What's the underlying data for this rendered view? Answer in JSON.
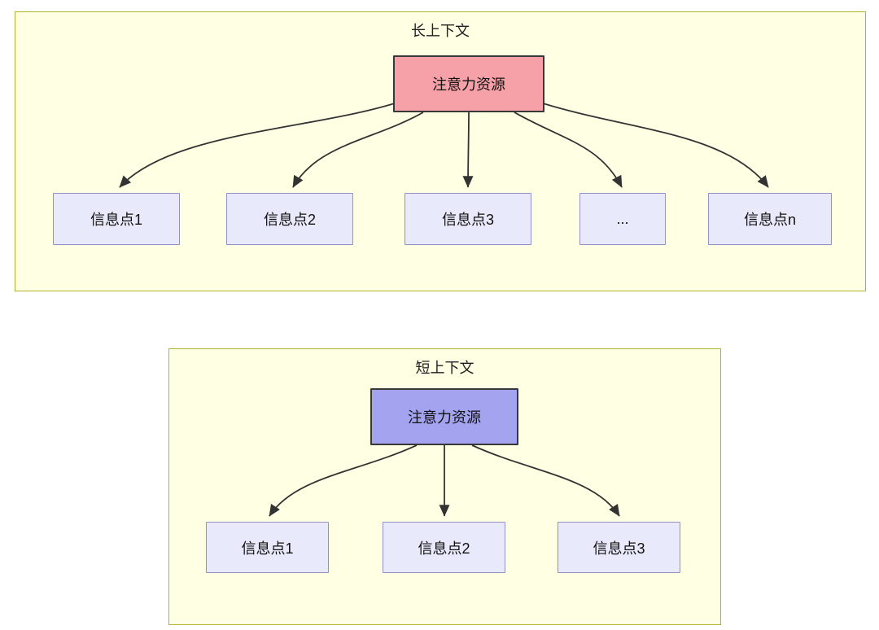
{
  "long_panel": {
    "title": "长上下文",
    "source": {
      "label": "注意力资源",
      "fill": "#f6a1a8"
    },
    "nodes": [
      {
        "label": "信息点1"
      },
      {
        "label": "信息点2"
      },
      {
        "label": "信息点3"
      },
      {
        "label": "..."
      },
      {
        "label": "信息点n"
      }
    ],
    "edges": [
      [
        "注意力资源",
        "信息点1"
      ],
      [
        "注意力资源",
        "信息点2"
      ],
      [
        "注意力资源",
        "信息点3"
      ],
      [
        "注意力资源",
        "..."
      ],
      [
        "注意力资源",
        "信息点n"
      ]
    ]
  },
  "short_panel": {
    "title": "短上下文",
    "source": {
      "label": "注意力资源",
      "fill": "#a3a3ef"
    },
    "nodes": [
      {
        "label": "信息点1"
      },
      {
        "label": "信息点2"
      },
      {
        "label": "信息点3"
      }
    ],
    "edges": [
      [
        "注意力资源",
        "信息点1"
      ],
      [
        "注意力资源",
        "信息点2"
      ],
      [
        "注意力资源",
        "信息点3"
      ]
    ]
  },
  "colors": {
    "panel_fill": "#feffe3",
    "panel_border": "#b3b32e",
    "info_node_fill": "#e9e9fc",
    "info_node_border": "#9191c8",
    "long_source_fill": "#f6a1a8",
    "short_source_fill": "#a3a3ef",
    "arrow": "#333333"
  }
}
